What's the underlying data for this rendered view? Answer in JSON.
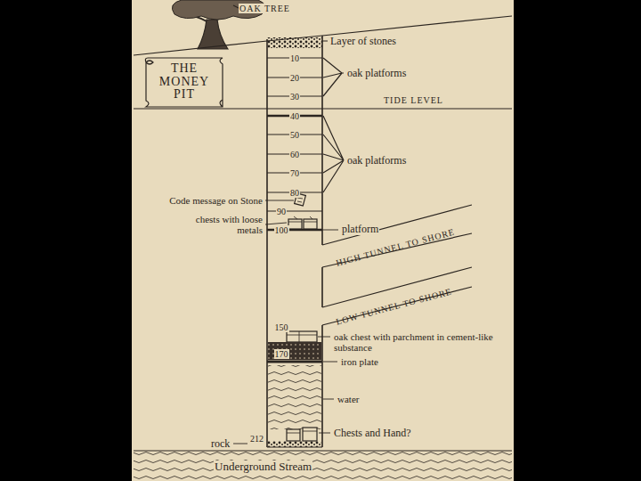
{
  "diagram": {
    "nodes": [
      {
        "text": [
          "THE MONEY PIT"
        ]
      }
    ],
    "labels": [
      "OAK TREE",
      "Layer of stones",
      "10",
      "20",
      "30",
      "40",
      "50",
      "60",
      "70",
      "80",
      "90",
      "100",
      "oak platforms",
      "TIDE LEVEL",
      "oak platforms",
      "Code message on Stone",
      "chests with loose metals",
      "platform",
      "HIGH TUNNEL TO SHORE",
      "LOW TUNNEL TO SHORE",
      "150",
      "oak chest with parchment in cement-like substance",
      "170",
      "iron plate",
      "water",
      "Chests and Hand?",
      "rock",
      "212",
      "Underground Stream"
    ]
  }
}
